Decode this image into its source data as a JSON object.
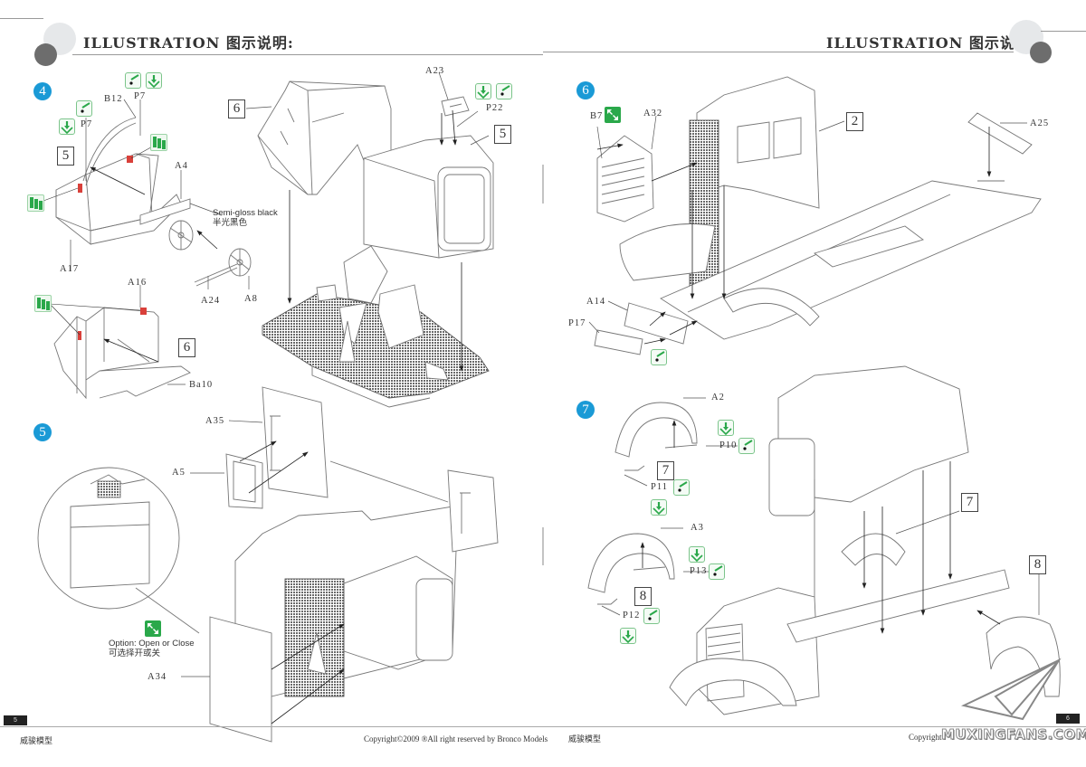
{
  "header": {
    "left_title": "ILLUSTRATION 图示说明:",
    "right_title": "ILLUSTRATION 图示说明:"
  },
  "steps": {
    "s4": "4",
    "s5": "5",
    "s6": "6",
    "s7": "7"
  },
  "step4": {
    "parts": [
      "B12",
      "P7",
      "P7",
      "A4",
      "A17",
      "A24",
      "A8",
      "A16",
      "Ba10"
    ],
    "refs": [
      "5",
      "6",
      "6"
    ],
    "paint_note_en": "Semi-gloss black",
    "paint_note_cn": "半光黑色"
  },
  "step4b": {
    "parts": [
      "A23",
      "P22"
    ],
    "refs": [
      "5"
    ]
  },
  "step5": {
    "parts": [
      "A35",
      "A5",
      "A34"
    ],
    "option_en": "Option: Open or Close",
    "option_cn": "可选择开或关"
  },
  "step6": {
    "parts": [
      "B7",
      "A32",
      "A25",
      "A14",
      "P17"
    ],
    "refs": [
      "2"
    ]
  },
  "step7": {
    "parts": [
      "A2",
      "P10",
      "P11",
      "A3",
      "P13",
      "P12"
    ],
    "refs": [
      "7",
      "8",
      "7",
      "8"
    ]
  },
  "icons": {
    "glue": "glue-icon",
    "cut": "cut-down-arrow-icon",
    "paint": "paint-swatch-icon",
    "option": "option-open-close-icon"
  },
  "colors": {
    "step_badge": "#1a9ad6",
    "icon_green": "#2aa84a",
    "decal_red": "#d9403a",
    "header_dark_circle": "#6d6d6d",
    "header_light_circle": "#e6e8ea"
  },
  "footer": {
    "left_page_no": "5",
    "right_page_no": "6",
    "brand_left": "威骏模型",
    "brand_right": "威骏模型",
    "copyright": "Copyright©2009  ®All right reserved by Bronco Models",
    "copyright_right": "Copyright",
    "watermark": "MUXINGFANS.COM"
  }
}
